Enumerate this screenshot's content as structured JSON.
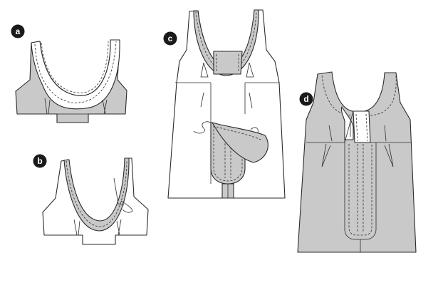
{
  "colors": {
    "fabric": "#c9c9c9",
    "outline": "#2b2b2b",
    "badge": "#1a1a1a",
    "paper": "#ffffff"
  },
  "steps": [
    {
      "label": "a"
    },
    {
      "label": "b"
    },
    {
      "label": "c"
    },
    {
      "label": "d"
    }
  ]
}
